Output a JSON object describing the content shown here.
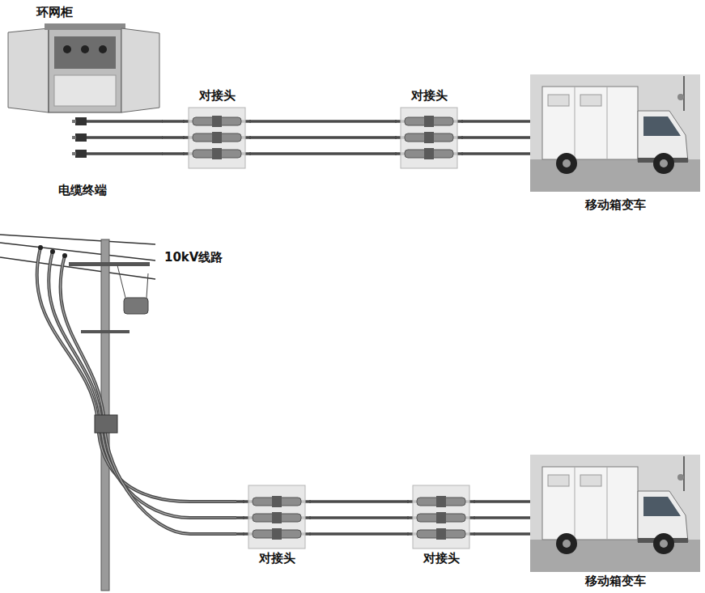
{
  "diagram": {
    "nodes": [
      {
        "text": [
          "环网柜"
        ]
      },
      {
        "text": [
          "对接头"
        ]
      },
      {
        "text": [
          "对接头"
        ]
      },
      {
        "text": [
          "移动箱变车"
        ]
      },
      {
        "text": [
          "10kV线路"
        ]
      },
      {
        "text": [
          "对接头"
        ]
      },
      {
        "text": [
          "对接头"
        ]
      },
      {
        "text": [
          "移动箱变车"
        ]
      }
    ],
    "edges": [
      {
        "from": 0,
        "to": 1,
        "arrow": "none"
      },
      {
        "from": 1,
        "to": 2,
        "arrow": "none"
      },
      {
        "from": 2,
        "to": 3,
        "arrow": "none"
      },
      {
        "from": 4,
        "to": 5,
        "arrow": "none"
      },
      {
        "from": 5,
        "to": 6,
        "arrow": "none"
      },
      {
        "from": 6,
        "to": 7,
        "arrow": "none"
      }
    ],
    "labels": [
      "电缆终端"
    ]
  }
}
